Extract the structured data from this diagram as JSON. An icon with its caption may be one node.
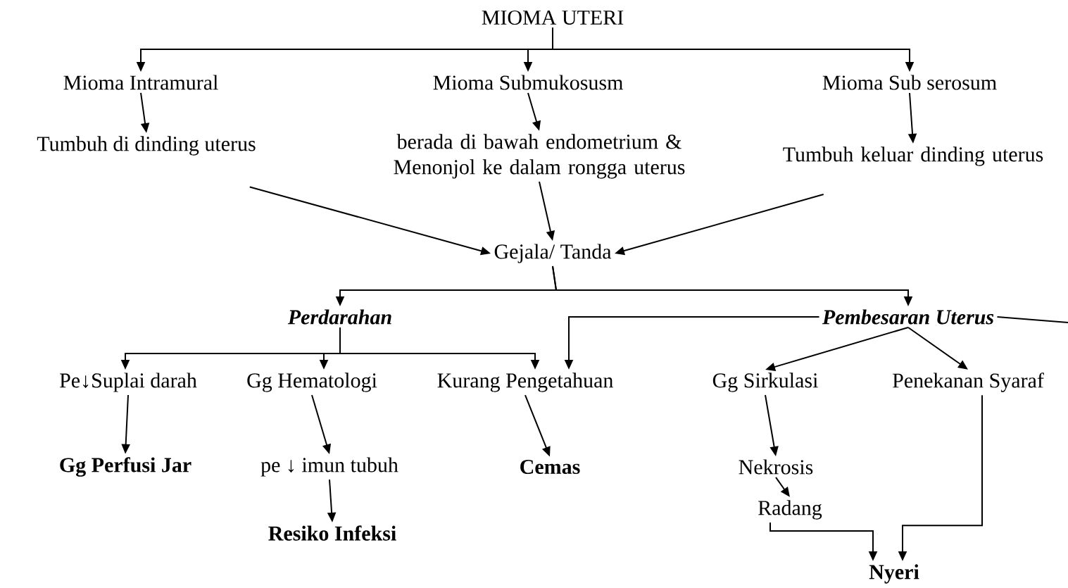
{
  "diagram": {
    "nodes": [
      {
        "text": [
          "MIOMA UTERI"
        ]
      },
      {
        "text": [
          "Mioma Intramural"
        ]
      },
      {
        "text": [
          "Mioma Submukosusm"
        ]
      },
      {
        "text": [
          "Mioma Sub serosum"
        ]
      },
      {
        "text": [
          "Tumbuh di dinding uterus"
        ]
      },
      {
        "text": [
          "berada di bawah endometrium & Menonjol ke dalam rongga uterus"
        ]
      },
      {
        "text": [
          "Tumbuh keluar dinding uterus"
        ]
      },
      {
        "text": [
          "Gejala/ Tanda"
        ]
      },
      {
        "text": [
          "Perdarahan"
        ]
      },
      {
        "text": [
          "Pembesaran Uterus"
        ]
      },
      {
        "text": [
          "Pe↓Suplai darah"
        ]
      },
      {
        "text": [
          "Gg Hematologi"
        ]
      },
      {
        "text": [
          "Kurang Pengetahuan"
        ]
      },
      {
        "text": [
          "Gg Sirkulasi"
        ]
      },
      {
        "text": [
          "Penekanan Syaraf"
        ]
      },
      {
        "text": [
          "Gg Perfusi Jar"
        ]
      },
      {
        "text": [
          "pe ↓ imun tubuh"
        ]
      },
      {
        "text": [
          "Cemas"
        ]
      },
      {
        "text": [
          "Resiko Infeksi"
        ]
      },
      {
        "text": [
          "Nekrosis"
        ]
      },
      {
        "text": [
          "Radang"
        ]
      },
      {
        "text": [
          "Nyeri"
        ]
      }
    ],
    "edges": [
      {
        "from": 0,
        "to": 1,
        "arrow": "to"
      },
      {
        "from": 0,
        "to": 2,
        "arrow": "to"
      },
      {
        "from": 0,
        "to": 3,
        "arrow": "to"
      },
      {
        "from": 1,
        "to": 4,
        "arrow": "to"
      },
      {
        "from": 2,
        "to": 5,
        "arrow": "to"
      },
      {
        "from": 3,
        "to": 6,
        "arrow": "to"
      },
      {
        "from": 4,
        "to": 7,
        "arrow": "to"
      },
      {
        "from": 5,
        "to": 7,
        "arrow": "to"
      },
      {
        "from": 6,
        "to": 7,
        "arrow": "to"
      },
      {
        "from": 7,
        "to": 8,
        "arrow": "to"
      },
      {
        "from": 7,
        "to": 9,
        "arrow": "to"
      },
      {
        "from": 8,
        "to": 10,
        "arrow": "to"
      },
      {
        "from": 8,
        "to": 11,
        "arrow": "to"
      },
      {
        "from": 8,
        "to": 12,
        "arrow": "to"
      },
      {
        "from": 9,
        "to": 12,
        "arrow": "to"
      },
      {
        "from": 9,
        "to": null,
        "arrow": "none"
      },
      {
        "from": 9,
        "to": 13,
        "arrow": "to"
      },
      {
        "from": 9,
        "to": 14,
        "arrow": "to"
      },
      {
        "from": 10,
        "to": 15,
        "arrow": "to"
      },
      {
        "from": 11,
        "to": 16,
        "arrow": "to"
      },
      {
        "from": 12,
        "to": 17,
        "arrow": "to"
      },
      {
        "from": 16,
        "to": 18,
        "arrow": "to"
      },
      {
        "from": 13,
        "to": 19,
        "arrow": "to"
      },
      {
        "from": 19,
        "to": 20,
        "arrow": "to"
      },
      {
        "from": 20,
        "to": 21,
        "arrow": "to"
      },
      {
        "from": 14,
        "to": 21,
        "arrow": "to"
      }
    ]
  }
}
